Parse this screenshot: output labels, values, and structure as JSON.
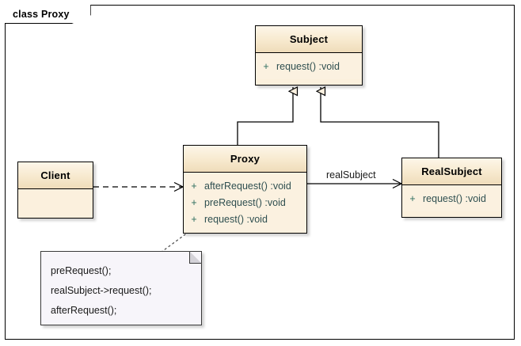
{
  "frame": {
    "label": "class Proxy"
  },
  "classes": [
    {
      "id": "subject",
      "name": "Subject",
      "members": [
        {
          "visibility": "+",
          "signature": "request()  :void"
        }
      ]
    },
    {
      "id": "client",
      "name": "Client",
      "members": []
    },
    {
      "id": "proxy",
      "name": "Proxy",
      "members": [
        {
          "visibility": "+",
          "signature": "afterRequest()  :void"
        },
        {
          "visibility": "+",
          "signature": "preRequest()  :void"
        },
        {
          "visibility": "+",
          "signature": "request()  :void"
        }
      ]
    },
    {
      "id": "realsubject",
      "name": "RealSubject",
      "members": [
        {
          "visibility": "+",
          "signature": "request()  :void"
        }
      ]
    }
  ],
  "note": {
    "lines": [
      "preRequest();",
      "realSubject->request();",
      "afterRequest();"
    ]
  },
  "edges": {
    "association_label": "realSubject"
  },
  "colors": {
    "class_fill": "#fbf1e0",
    "class_header_fill": "#f4e5c6",
    "class_border": "#000000",
    "member_text": "#2f4f50",
    "note_fill": "#f7f5fa",
    "line": "#000000"
  }
}
